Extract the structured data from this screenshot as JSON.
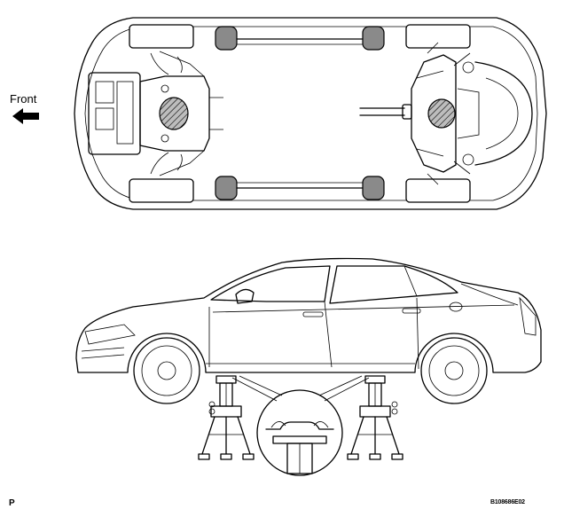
{
  "labels": {
    "front": "Front",
    "page_mark": "P",
    "figure_code": "B108686E02"
  },
  "icons": {
    "front_arrow": "arrow-left-icon"
  },
  "colors": {
    "line": "#000000",
    "jack_point_fill": "#8a8a8a",
    "background": "#ffffff"
  }
}
